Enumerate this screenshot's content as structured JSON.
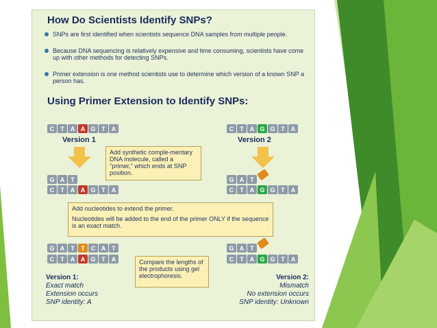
{
  "heading1": "How Do Scientists Identify SNPs?",
  "bullets": [
    "SNPs are first identified when scientists sequence DNA samples from multiple people.",
    "Because DNA sequencing is relatively expensive and time consuming, scientists have come up with other methods for detecting SNPs.",
    "Primer extension is one method scientists use to determine which version of a known SNP a person has."
  ],
  "heading2": "Using Primer Extension to Identify SNPs:",
  "version1_label": "Version 1",
  "version2_label": "Version 2",
  "sequence_v1": [
    "C",
    "T",
    "A",
    "A",
    "G",
    "T",
    "A"
  ],
  "sequence_v2": [
    "C",
    "T",
    "A",
    "G",
    "G",
    "T",
    "A"
  ],
  "primer": [
    "G",
    "A",
    "T"
  ],
  "primer_extended_v1": [
    "G",
    "A",
    "T",
    "T",
    "C",
    "A",
    "T"
  ],
  "box1": "Add synthetic comple-mentary DNA molecule, called a \"primer,\" which ends at SNP position.",
  "box2_line1": "Add nucleotides to extend the primer.",
  "box2_line2": "Nucleotides will be added to the end of the primer ONLY if the sequence is an exact match.",
  "box3": "Compare the lengths of the products using gel electrophoresis.",
  "result_v1": {
    "title": "Version 1:",
    "lines": [
      "Exact match",
      "Extension occurs",
      "SNP identity: A"
    ]
  },
  "result_v2": {
    "title": "Version 2:",
    "lines": [
      "Mismatch",
      "No extension occurs",
      "SNP identity: Unknown"
    ]
  },
  "colors": {
    "snp_a": "#c0392b",
    "snp_g": "#27a843",
    "extension": "#e08a19",
    "base": "#8d9aa7",
    "green_accent": "#5aa12c"
  }
}
